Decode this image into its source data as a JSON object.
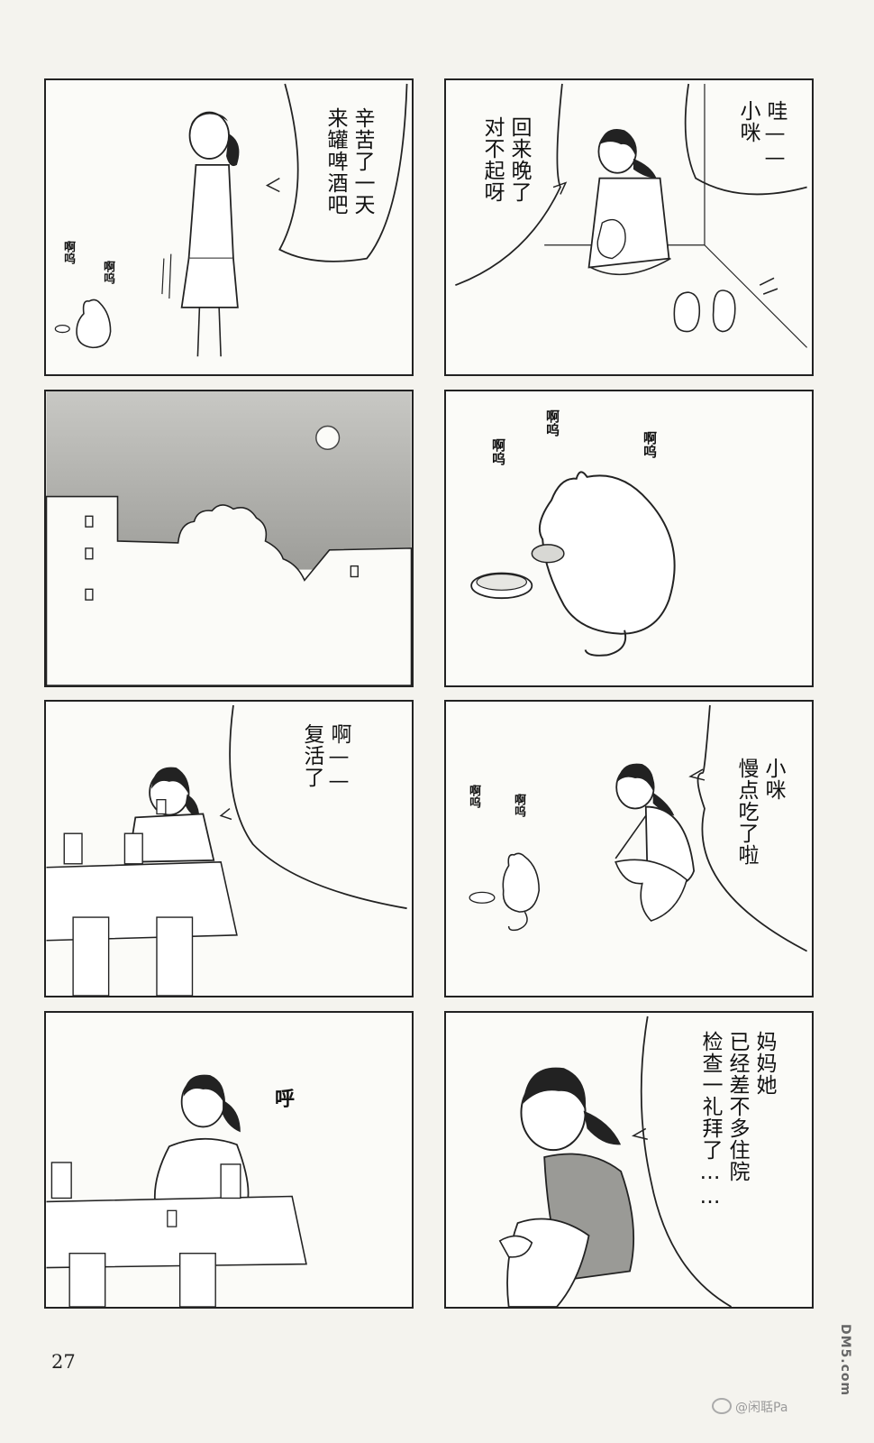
{
  "page_number": "27",
  "watermark": {
    "logo": "DM5.com",
    "credit": "@闲聒Pa"
  },
  "panels": {
    "p1": {
      "dialogue": [
        "辛苦了一天",
        "来罐啤酒吧"
      ],
      "sfx_1": "啊呜",
      "sfx_2": "啊呜"
    },
    "p2": {
      "dialogue_1": [
        "哇——",
        "小咪"
      ],
      "dialogue_2": [
        "回来晚了",
        "对不起呀"
      ]
    },
    "p4": {
      "sfx_1": "啊呜",
      "sfx_2": "啊呜",
      "sfx_3": "啊呜"
    },
    "p5": {
      "dialogue": [
        "啊——",
        "复活了"
      ]
    },
    "p6": {
      "dialogue": [
        "小咪",
        "慢点吃了啦"
      ],
      "sfx_1": "啊呜",
      "sfx_2": "啊呜"
    },
    "p7": {
      "sfx": "呼"
    },
    "p8": {
      "dialogue": [
        "妈妈她",
        "已经差不多住院",
        "检查一礼拜了……"
      ]
    }
  }
}
